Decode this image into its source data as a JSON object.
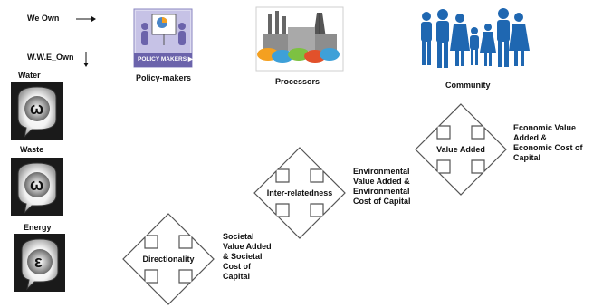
{
  "header": {
    "we_own": "We Own",
    "wwe_own": "W.W.E_Own"
  },
  "resources": [
    {
      "label": "Water",
      "symbol": "ω"
    },
    {
      "label": "Waste",
      "symbol": "ω"
    },
    {
      "label": "Energy",
      "symbol": "ε"
    }
  ],
  "stakeholders": [
    {
      "label": "Policy-makers",
      "badge": "POLICY MAKERS ▶"
    },
    {
      "label": "Processors"
    },
    {
      "label": "Community"
    }
  ],
  "stages": [
    {
      "label": "Directionality",
      "description": "Societal Value Added & Societal Cost of Capital"
    },
    {
      "label": "Inter-relatedness",
      "description": "Environmental Value Added & Environmental Cost of Capital"
    },
    {
      "label": "Value Added",
      "description": "Economic Value Added & Economic Cost of Capital"
    }
  ],
  "colors": {
    "community_blue": "#1f67b1",
    "policy_purple": "#6b63ab",
    "cloud_colors": [
      "#f4a020",
      "#3ea0d8",
      "#7dc142",
      "#e2512b"
    ]
  }
}
